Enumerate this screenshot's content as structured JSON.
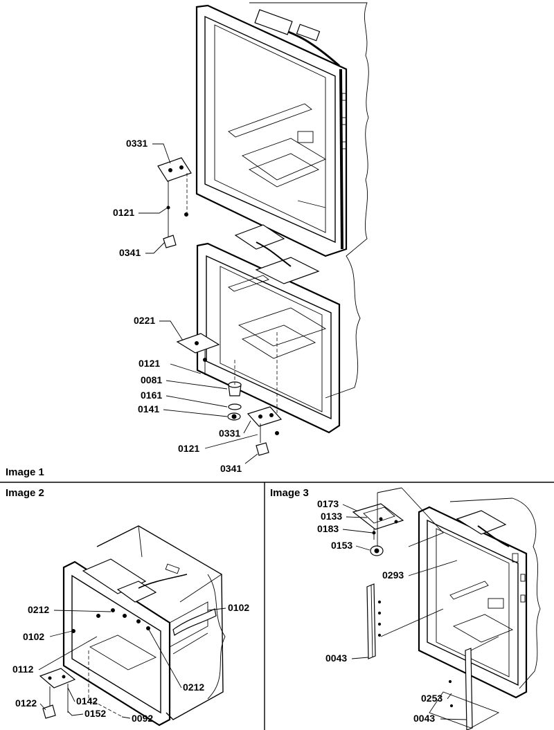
{
  "image1": {
    "caption": "Image 1",
    "labels": [
      "0331",
      "0121",
      "0341",
      "0221",
      "0121",
      "0081",
      "0161",
      "0141",
      "0331",
      "0121",
      "0341"
    ]
  },
  "image2": {
    "caption": "Image 2",
    "labels": [
      "0212",
      "0102",
      "0102",
      "0112",
      "0212",
      "0122",
      "0142",
      "0152",
      "0092"
    ]
  },
  "image3": {
    "caption": "Image 3",
    "labels": [
      "0173",
      "0133",
      "0183",
      "0153",
      "0293",
      "0043",
      "0253",
      "0043"
    ]
  }
}
